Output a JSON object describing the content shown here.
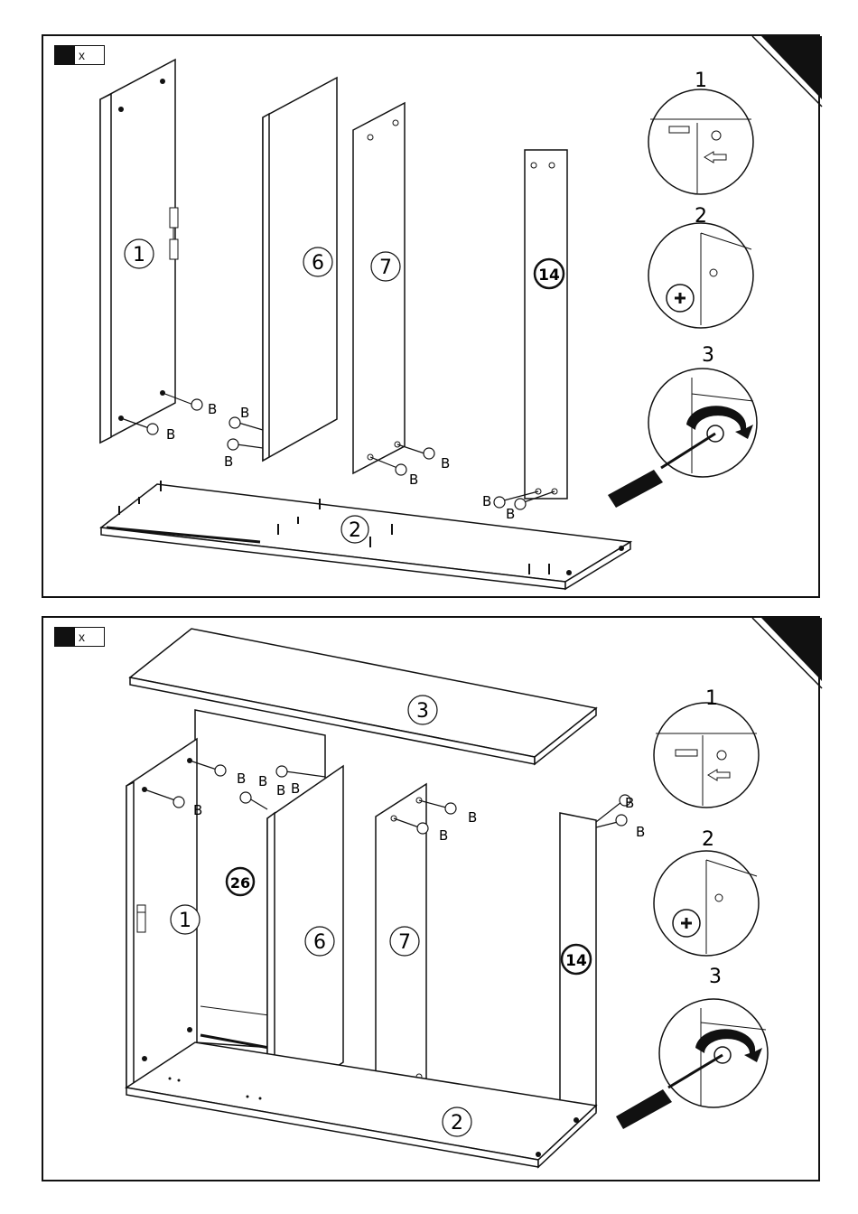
{
  "step1": {
    "quantity_mark": "x",
    "parts": {
      "p1": "1",
      "p6": "6",
      "p7": "7",
      "p14": "14",
      "p2": "2"
    },
    "fitting_label": "B",
    "details": {
      "d1": "1",
      "d2": "2",
      "d3": "3"
    }
  },
  "step2": {
    "quantity_mark": "x",
    "parts": {
      "p3": "3",
      "p26": "26",
      "p1": "1",
      "p6": "6",
      "p7": "7",
      "p14": "14",
      "p2": "2"
    },
    "fitting_label": "B",
    "details": {
      "d1": "1",
      "d2": "2",
      "d3": "3"
    }
  }
}
